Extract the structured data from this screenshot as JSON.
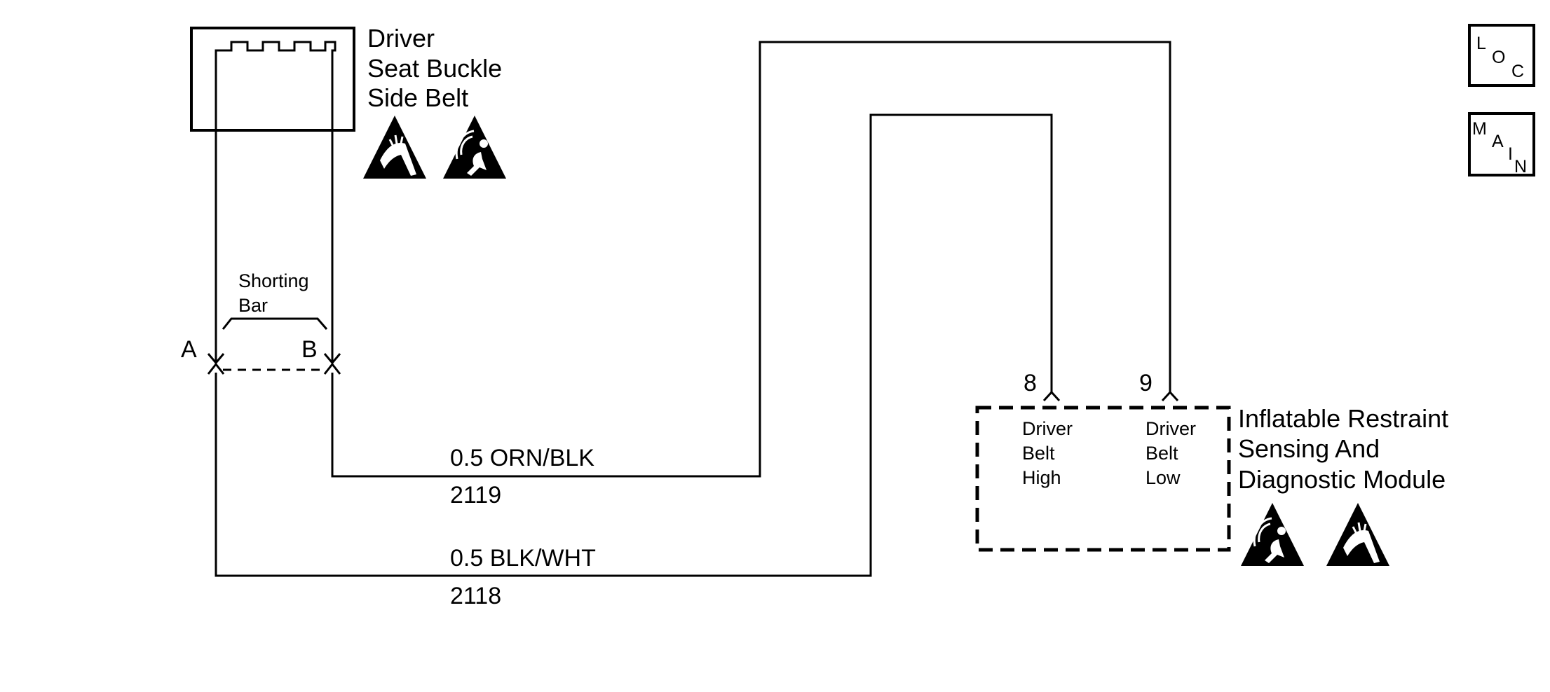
{
  "colors": {
    "ink": "#000000",
    "background": "#ffffff"
  },
  "buckle_component": {
    "name_lines": [
      "Driver",
      "Seat Buckle",
      "Side Belt"
    ],
    "icons": [
      "esd-sensitive-icon",
      "airbag-warning-icon"
    ]
  },
  "shorting_bar": {
    "label_lines": [
      "Shorting",
      "Bar"
    ]
  },
  "connector_pins": {
    "a": "A",
    "b": "B"
  },
  "wires": [
    {
      "spec": "0.5 ORN/BLK",
      "circuit": "2119"
    },
    {
      "spec": "0.5 BLK/WHT",
      "circuit": "2118"
    }
  ],
  "module": {
    "name_lines": [
      "Inflatable Restraint",
      "Sensing And",
      "Diagnostic Module"
    ],
    "pins": [
      {
        "number": "8",
        "label_lines": [
          "Driver",
          "Belt",
          "High"
        ]
      },
      {
        "number": "9",
        "label_lines": [
          "Driver",
          "Belt",
          "Low"
        ]
      }
    ],
    "icons": [
      "airbag-warning-icon",
      "esd-sensitive-icon"
    ]
  },
  "nav_buttons": {
    "loc": [
      "L",
      "O",
      "C"
    ],
    "main": [
      "M",
      "A",
      "I",
      "N"
    ]
  }
}
